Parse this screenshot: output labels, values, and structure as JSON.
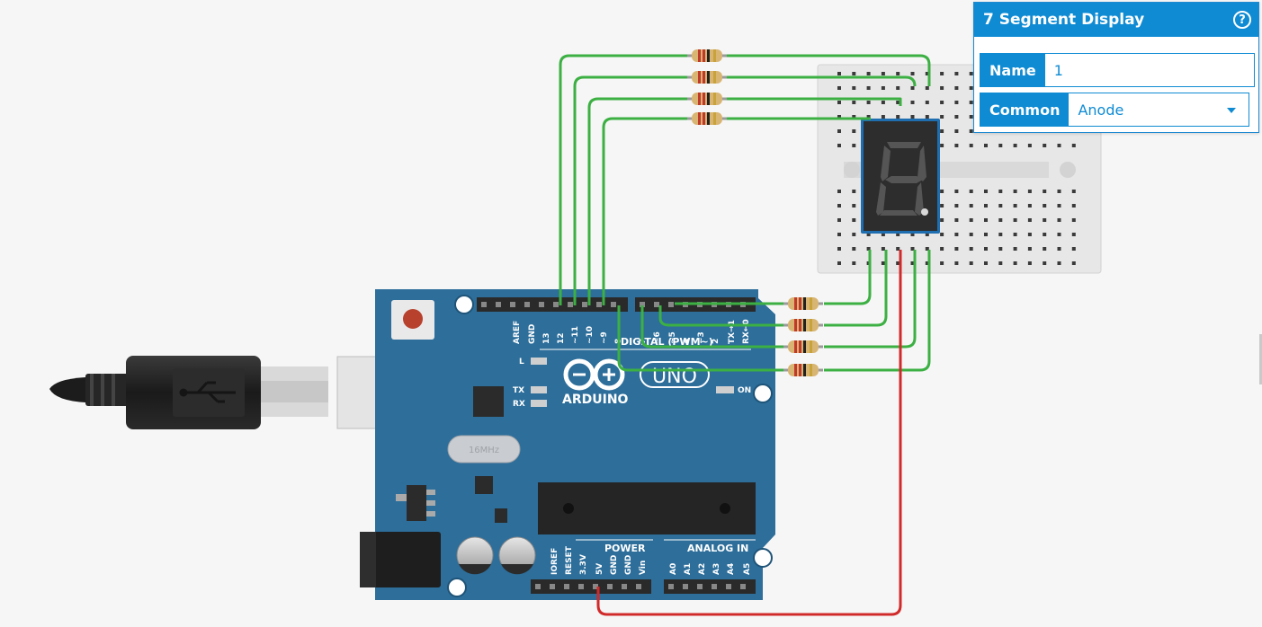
{
  "inspector": {
    "title": "7 Segment Display",
    "help_label": "?",
    "name_label": "Name",
    "name_value": "1",
    "common_label": "Common",
    "common_value": "Anode"
  },
  "arduino": {
    "brand": "ARDUINO",
    "model": "UNO",
    "crystal": "16MHz",
    "digital_label": "DIGITAL (PWM~)",
    "power_label": "POWER",
    "analog_label": "ANALOG IN",
    "on_label": "ON",
    "led_labels": [
      "L",
      "TX",
      "RX"
    ],
    "digital_pins": [
      "AREF",
      "GND",
      "13",
      "12",
      "~11",
      "~10",
      "~9",
      "8",
      "7",
      "~6",
      "~5",
      "4",
      "~3",
      "2",
      "TX→1",
      "RX←0"
    ],
    "power_pins": [
      "IOREF",
      "RESET",
      "3.3V",
      "5V",
      "GND",
      "GND",
      "Vin"
    ],
    "analog_pins": [
      "A0",
      "A1",
      "A2",
      "A3",
      "A4",
      "A5"
    ]
  },
  "colors": {
    "board": "#2d6e9a",
    "wire_green": "#3cb043",
    "wire_red": "#d12a2a",
    "accent": "#0f8bd3"
  },
  "icons": [
    "usb-icon",
    "help-icon",
    "chevron-down-icon"
  ]
}
